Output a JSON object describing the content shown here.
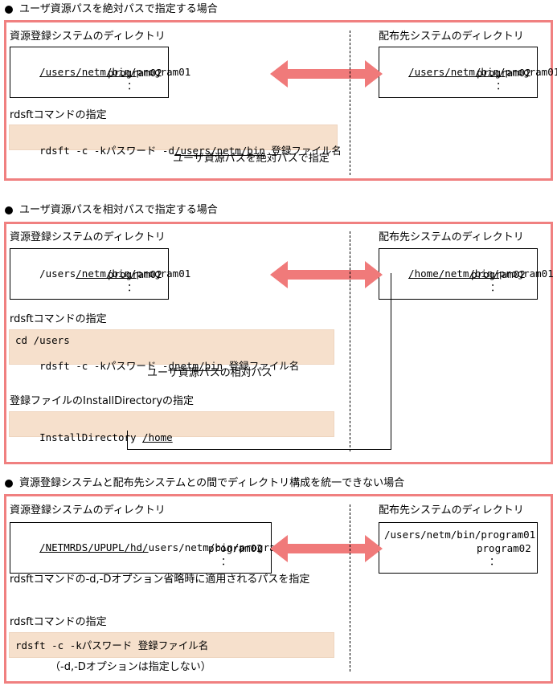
{
  "sections": [
    {
      "heading": "ユーザ資源パスを絶対パスで指定する場合",
      "src_title": "資源登録システムのディレクトリ",
      "dst_title": "配布先システムのディレクトリ",
      "src_path_underlined": "/users/netm/bin/",
      "src_prog1": "program01",
      "src_prog2": "program02",
      "src_dots": "：",
      "dst_path_underlined": "/users/netm/bin/",
      "dst_prog1": "program01",
      "dst_prog2": "program02",
      "dst_dots": "：",
      "cmd_label": "rdsftコマンドの指定",
      "cmd_prefix": "rdsft -c -kパスワード -d",
      "cmd_underlined": "/users/netm/bin",
      "cmd_suffix": " 登録ファイル名",
      "note": "ユーザ資源パスを絶対パスで指定"
    },
    {
      "heading": "ユーザ資源パスを相対パスで指定する場合",
      "src_title": "資源登録システムのディレクトリ",
      "dst_title": "配布先システムのディレクトリ",
      "src_path_plain": "/users",
      "src_path_underlined": "/netm/bin/",
      "src_prog1": "program01",
      "src_prog2": "program02",
      "src_dots": "：",
      "dst_path_underlined": "/home/netm/bin/",
      "dst_prog1": "program01",
      "dst_prog2": "program02",
      "dst_dots": "：",
      "cmd_label": "rdsftコマンドの指定",
      "cmd_line1": "cd /users",
      "cmd_prefix": "rdsft -c -kパスワード -d",
      "cmd_underlined": "netm/bin",
      "cmd_suffix": " 登録ファイル名",
      "note": "ユーザ資源パスの相対パス",
      "install_label": "登録ファイルのInstallDirectoryの指定",
      "install_prefix": "InstallDirectory ",
      "install_underlined": "/home"
    },
    {
      "heading": "資源登録システムと配布先システムとの間でディレクトリ構成を統一できない場合",
      "src_title": "資源登録システムのディレクトリ",
      "dst_title": "配布先システムのディレクトリ",
      "src_path_underlined": "/NETMRDS/UPUPL/hd/",
      "src_path_plain": "users/netm/bin/program01",
      "src_prog2": "program02",
      "src_dots": "：",
      "dst_path": "/users/netm/bin/program01",
      "dst_prog2": "program02",
      "dst_dots": "：",
      "src_caption": "rdsftコマンドの-d,-Dオプション省略時に適用されるパスを指定",
      "cmd_label": "rdsftコマンドの指定",
      "cmd_text": "rdsft -c -kパスワード 登録ファイル名",
      "note": "（-d,-Dオプションは指定しない）"
    }
  ],
  "colors": {
    "frame": "#f08080",
    "arrow": "#f07a7a",
    "cmd_bg": "#f6e0cc"
  }
}
